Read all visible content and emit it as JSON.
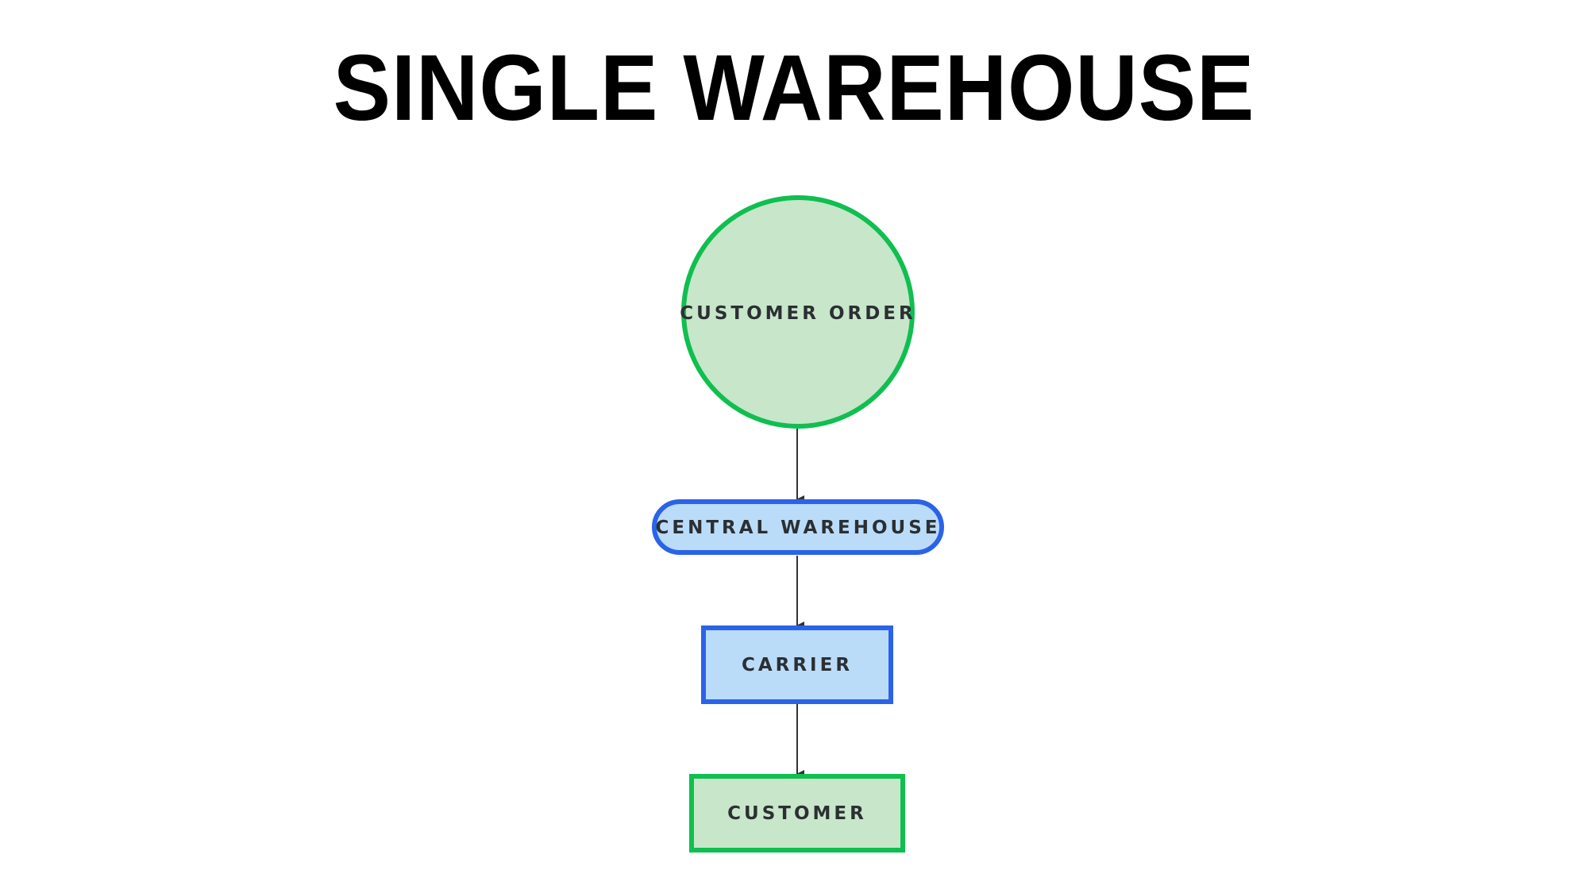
{
  "title": "SINGLE WAREHOUSE",
  "colors": {
    "green_stroke": "#0fbf4f",
    "green_fill": "#c8e6c9",
    "blue_stroke": "#2b63e8",
    "blue_fill": "#bbdcf8",
    "edge": "#333333",
    "text": "#2b2f33"
  },
  "nodes": [
    {
      "id": "customer-order",
      "label": "CUSTOMER ORDER",
      "shape": "circle",
      "color": "green"
    },
    {
      "id": "central-warehouse",
      "label": "CENTRAL WAREHOUSE",
      "shape": "pill",
      "color": "blue"
    },
    {
      "id": "carrier",
      "label": "CARRIER",
      "shape": "rectangle",
      "color": "blue"
    },
    {
      "id": "customer",
      "label": "CUSTOMER",
      "shape": "rectangle",
      "color": "green"
    }
  ],
  "edges": [
    {
      "from": "customer-order",
      "to": "central-warehouse"
    },
    {
      "from": "central-warehouse",
      "to": "carrier"
    },
    {
      "from": "carrier",
      "to": "customer"
    }
  ]
}
